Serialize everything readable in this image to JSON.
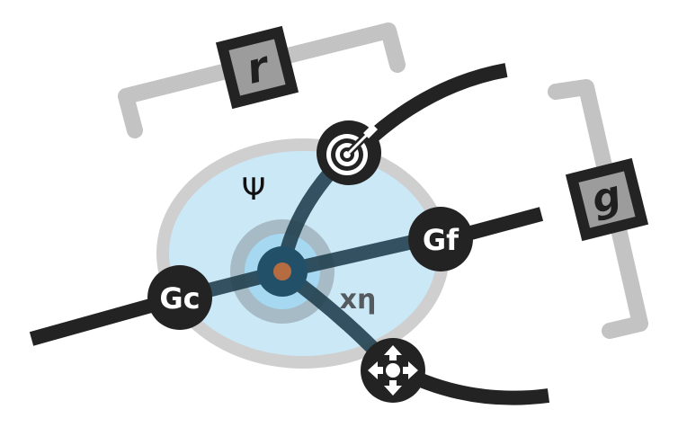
{
  "diagram": {
    "title": "",
    "colors": {
      "background": "#ffffff",
      "bracket": "#c3c3c3",
      "box_border": "#232323",
      "box_fill": "#9c9c9c",
      "box_text": "#1f1f1f",
      "outer_ring": "#cfcfcf",
      "disc_fill": "#cbe8f7",
      "halo_outer": "#a7bbc6",
      "halo_inner": "#a6d8f1",
      "core": "#225069",
      "nucleus": "#b56c41",
      "inner_edge": "#223b48",
      "outer_edge": "#232323",
      "node_fill": "#232323",
      "node_text": "#ffffff",
      "psi_text": "#111111",
      "xeta_text": "#555a5e"
    },
    "brackets": [
      {
        "id": "r",
        "label": "r"
      },
      {
        "id": "g",
        "label": "g"
      }
    ],
    "region_labels": {
      "psi": "Ψ",
      "x_eta": "xη"
    },
    "nodes": [
      {
        "id": "Gc",
        "label": "Gc",
        "type": "text"
      },
      {
        "id": "Gf",
        "label": "Gf",
        "type": "text"
      },
      {
        "id": "target",
        "label": "",
        "type": "icon",
        "icon": "target-icon"
      },
      {
        "id": "move",
        "label": "",
        "type": "icon",
        "icon": "move-arrows-icon"
      }
    ],
    "edges": [
      {
        "from": "center",
        "to": "Gc"
      },
      {
        "from": "center",
        "to": "Gf"
      },
      {
        "from": "center",
        "to": "target"
      },
      {
        "from": "center",
        "to": "move"
      }
    ]
  }
}
